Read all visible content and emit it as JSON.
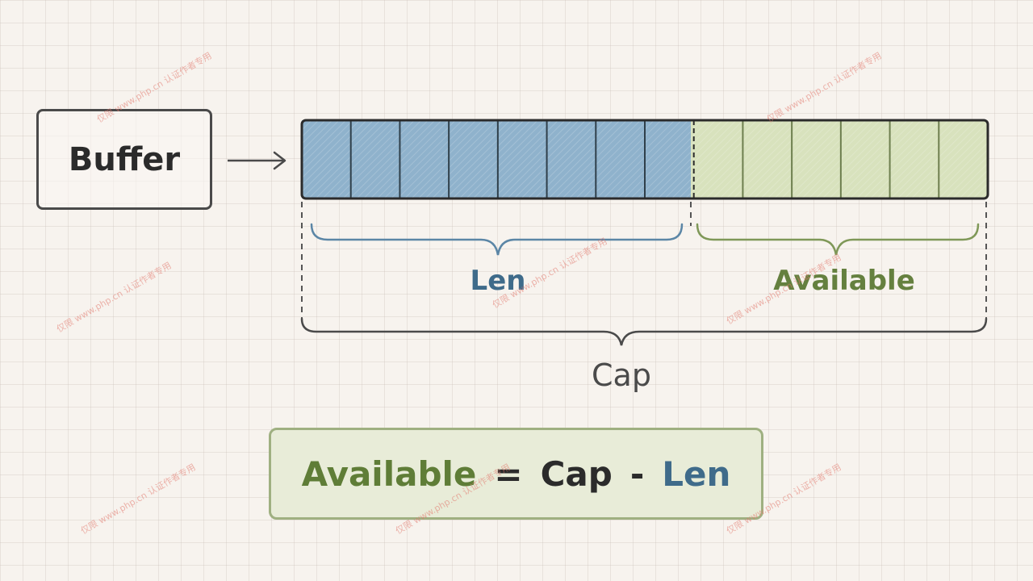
{
  "buffer": {
    "label": "Buffer"
  },
  "segments": {
    "len": {
      "label": "Len",
      "cells": 8,
      "fill": "#8fb2cc",
      "text_color": "#3f6b8a"
    },
    "available": {
      "label": "Available",
      "cells": 6,
      "fill": "#d8e2bd",
      "text_color": "#65803f"
    }
  },
  "cap": {
    "label": "Cap"
  },
  "formula": {
    "lhs": "Available",
    "eq": "=",
    "term1": "Cap",
    "op": "-",
    "term2": "Len"
  },
  "watermark": {
    "text": "仅限 www.php.cn 认证作者专用"
  },
  "colors": {
    "background": "#f7f3ee",
    "outline": "#2b2b2b",
    "len_bracket": "#5b86a6",
    "available_bracket": "#7f9858",
    "formula_background": "#e8ecd8",
    "formula_border": "#9fb081"
  }
}
